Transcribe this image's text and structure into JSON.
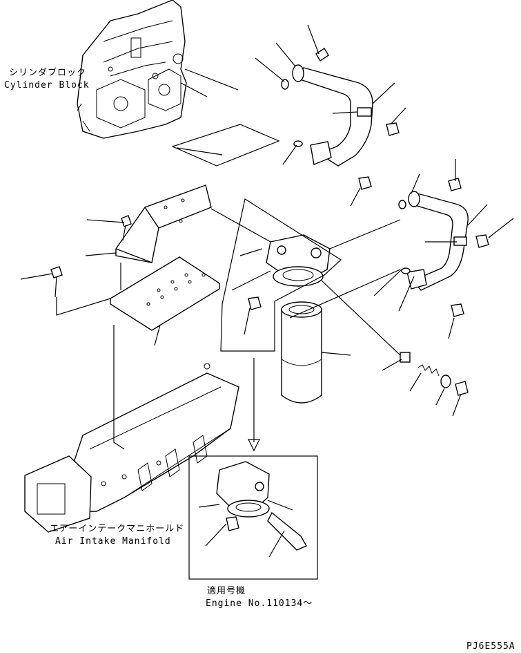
{
  "labels": {
    "cylinder_block_jp": "シリンダブロック",
    "cylinder_block_en": "Cylinder Block",
    "air_intake_jp": "エアーインテークマニホールド",
    "air_intake_en": "Air Intake Manifold",
    "applicable_jp": "適用号機",
    "engine_no": "Engine No.110134～",
    "drawing_code": "PJ6E555A"
  }
}
